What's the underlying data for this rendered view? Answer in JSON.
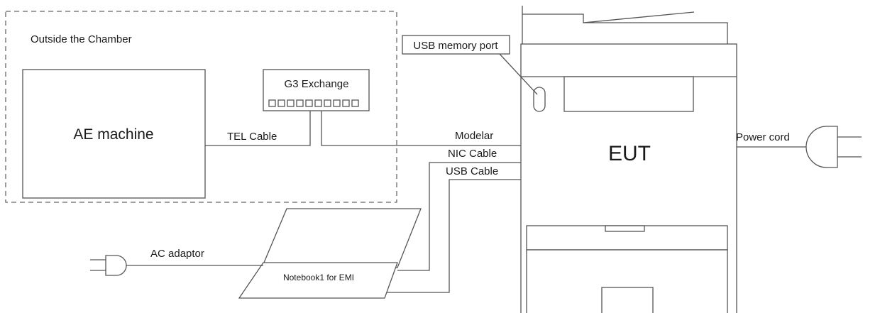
{
  "chamber": {
    "label": "Outside the Chamber"
  },
  "ae_machine": {
    "label": "AE machine"
  },
  "g3_exchange": {
    "label": "G3 Exchange"
  },
  "eut": {
    "label": "EUT"
  },
  "usb_port": {
    "label": "USB memory port"
  },
  "notebook": {
    "label": "Notebook1 for EMI"
  },
  "cables": {
    "tel": "TEL Cable",
    "modelar": "Modelar",
    "nic": "NIC Cable",
    "usb": "USB Cable",
    "ac_adaptor": "AC adaptor",
    "power_cord": "Power cord"
  },
  "colors": {
    "line": "#555555",
    "dash": "#666666",
    "text": "#1a1a1a"
  }
}
